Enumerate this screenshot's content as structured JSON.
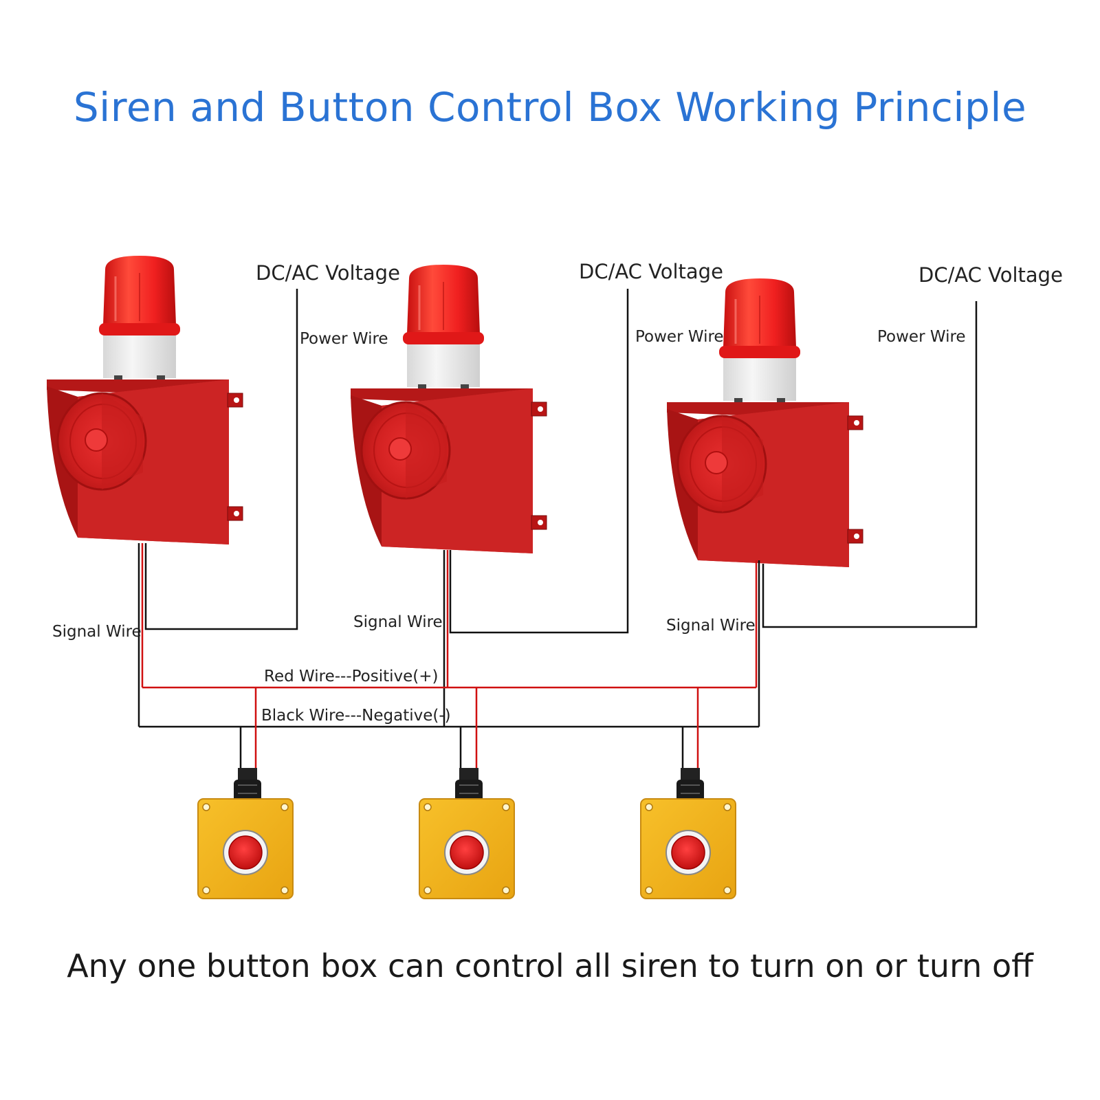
{
  "title": "Siren and Button Control Box Working Principle",
  "caption": "Any one button box can control all siren to turn on or turn off",
  "labels": {
    "voltage": [
      "DC/AC Voltage",
      "DC/AC Voltage",
      "DC/AC Voltage"
    ],
    "power_wire": [
      "Power Wire",
      "Power Wire",
      "Power Wire"
    ],
    "signal_wire": [
      "Signal Wire",
      "Signal Wire",
      "Signal Wire"
    ],
    "red_wire": "Red Wire---Positive(+)",
    "black_wire": "Black Wire---Negative(-)"
  },
  "colors": {
    "title": "#2a73d4",
    "siren_body": "#d42a2a",
    "lamp": "#f02020",
    "button_box": "#f2b21c",
    "button": "#d81f1f",
    "red_wire": "#d01010",
    "black_wire": "#111111"
  },
  "devices": {
    "sirens": 3,
    "button_boxes": 3
  }
}
